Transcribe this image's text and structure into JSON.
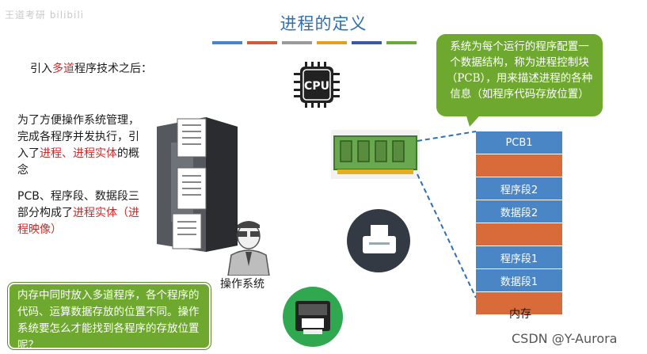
{
  "slide": {
    "logo_text": "王道考研 bilibili",
    "title": "进程的定义",
    "title_bar_colors": [
      "#4a86c5",
      "#d05a3a",
      "#9a9a9a",
      "#e0a020",
      "#3a5aa0",
      "#6aaa3a"
    ],
    "intro": {
      "prefix": "引入",
      "highlight": "多道",
      "suffix": "程序技术之后："
    },
    "para1": {
      "text1": "为了方便操作系统管理，完成各程序并发执行，引入了",
      "hl1": "进程、进程实体",
      "text2": "的概念"
    },
    "para2": {
      "text1": "PCB、程序段、数据段三部分构成了",
      "hl1": "进程实体",
      "hl2": "（进程映像）"
    },
    "cpu_label": "CPU",
    "os_label": "操作系统",
    "bubble_top": "系统为每个运行的程序配置一个数据结构，称为进程控制块（PCB），用来描述进程的各种信息（如程序代码存放位置）",
    "bubble_bottom": "内存中同时放入多道程序，各个程序的代码、运算数据存放的位置不同。操作系统要怎么才能找到各程序的存放位置呢？",
    "memory": {
      "label": "内存",
      "cells": [
        {
          "label": "PCB1",
          "color": "#4a86c5"
        },
        {
          "label": "",
          "color": "#d96b3a"
        },
        {
          "label": "程序段2",
          "color": "#4a86c5"
        },
        {
          "label": "数据段2",
          "color": "#4a86c5"
        },
        {
          "label": "",
          "color": "#d96b3a"
        },
        {
          "label": "程序段1",
          "color": "#4a86c5"
        },
        {
          "label": "数据段1",
          "color": "#4a86c5"
        },
        {
          "label": "",
          "color": "#d96b3a"
        }
      ]
    },
    "watermark": "CSDN @Y-Aurora"
  }
}
